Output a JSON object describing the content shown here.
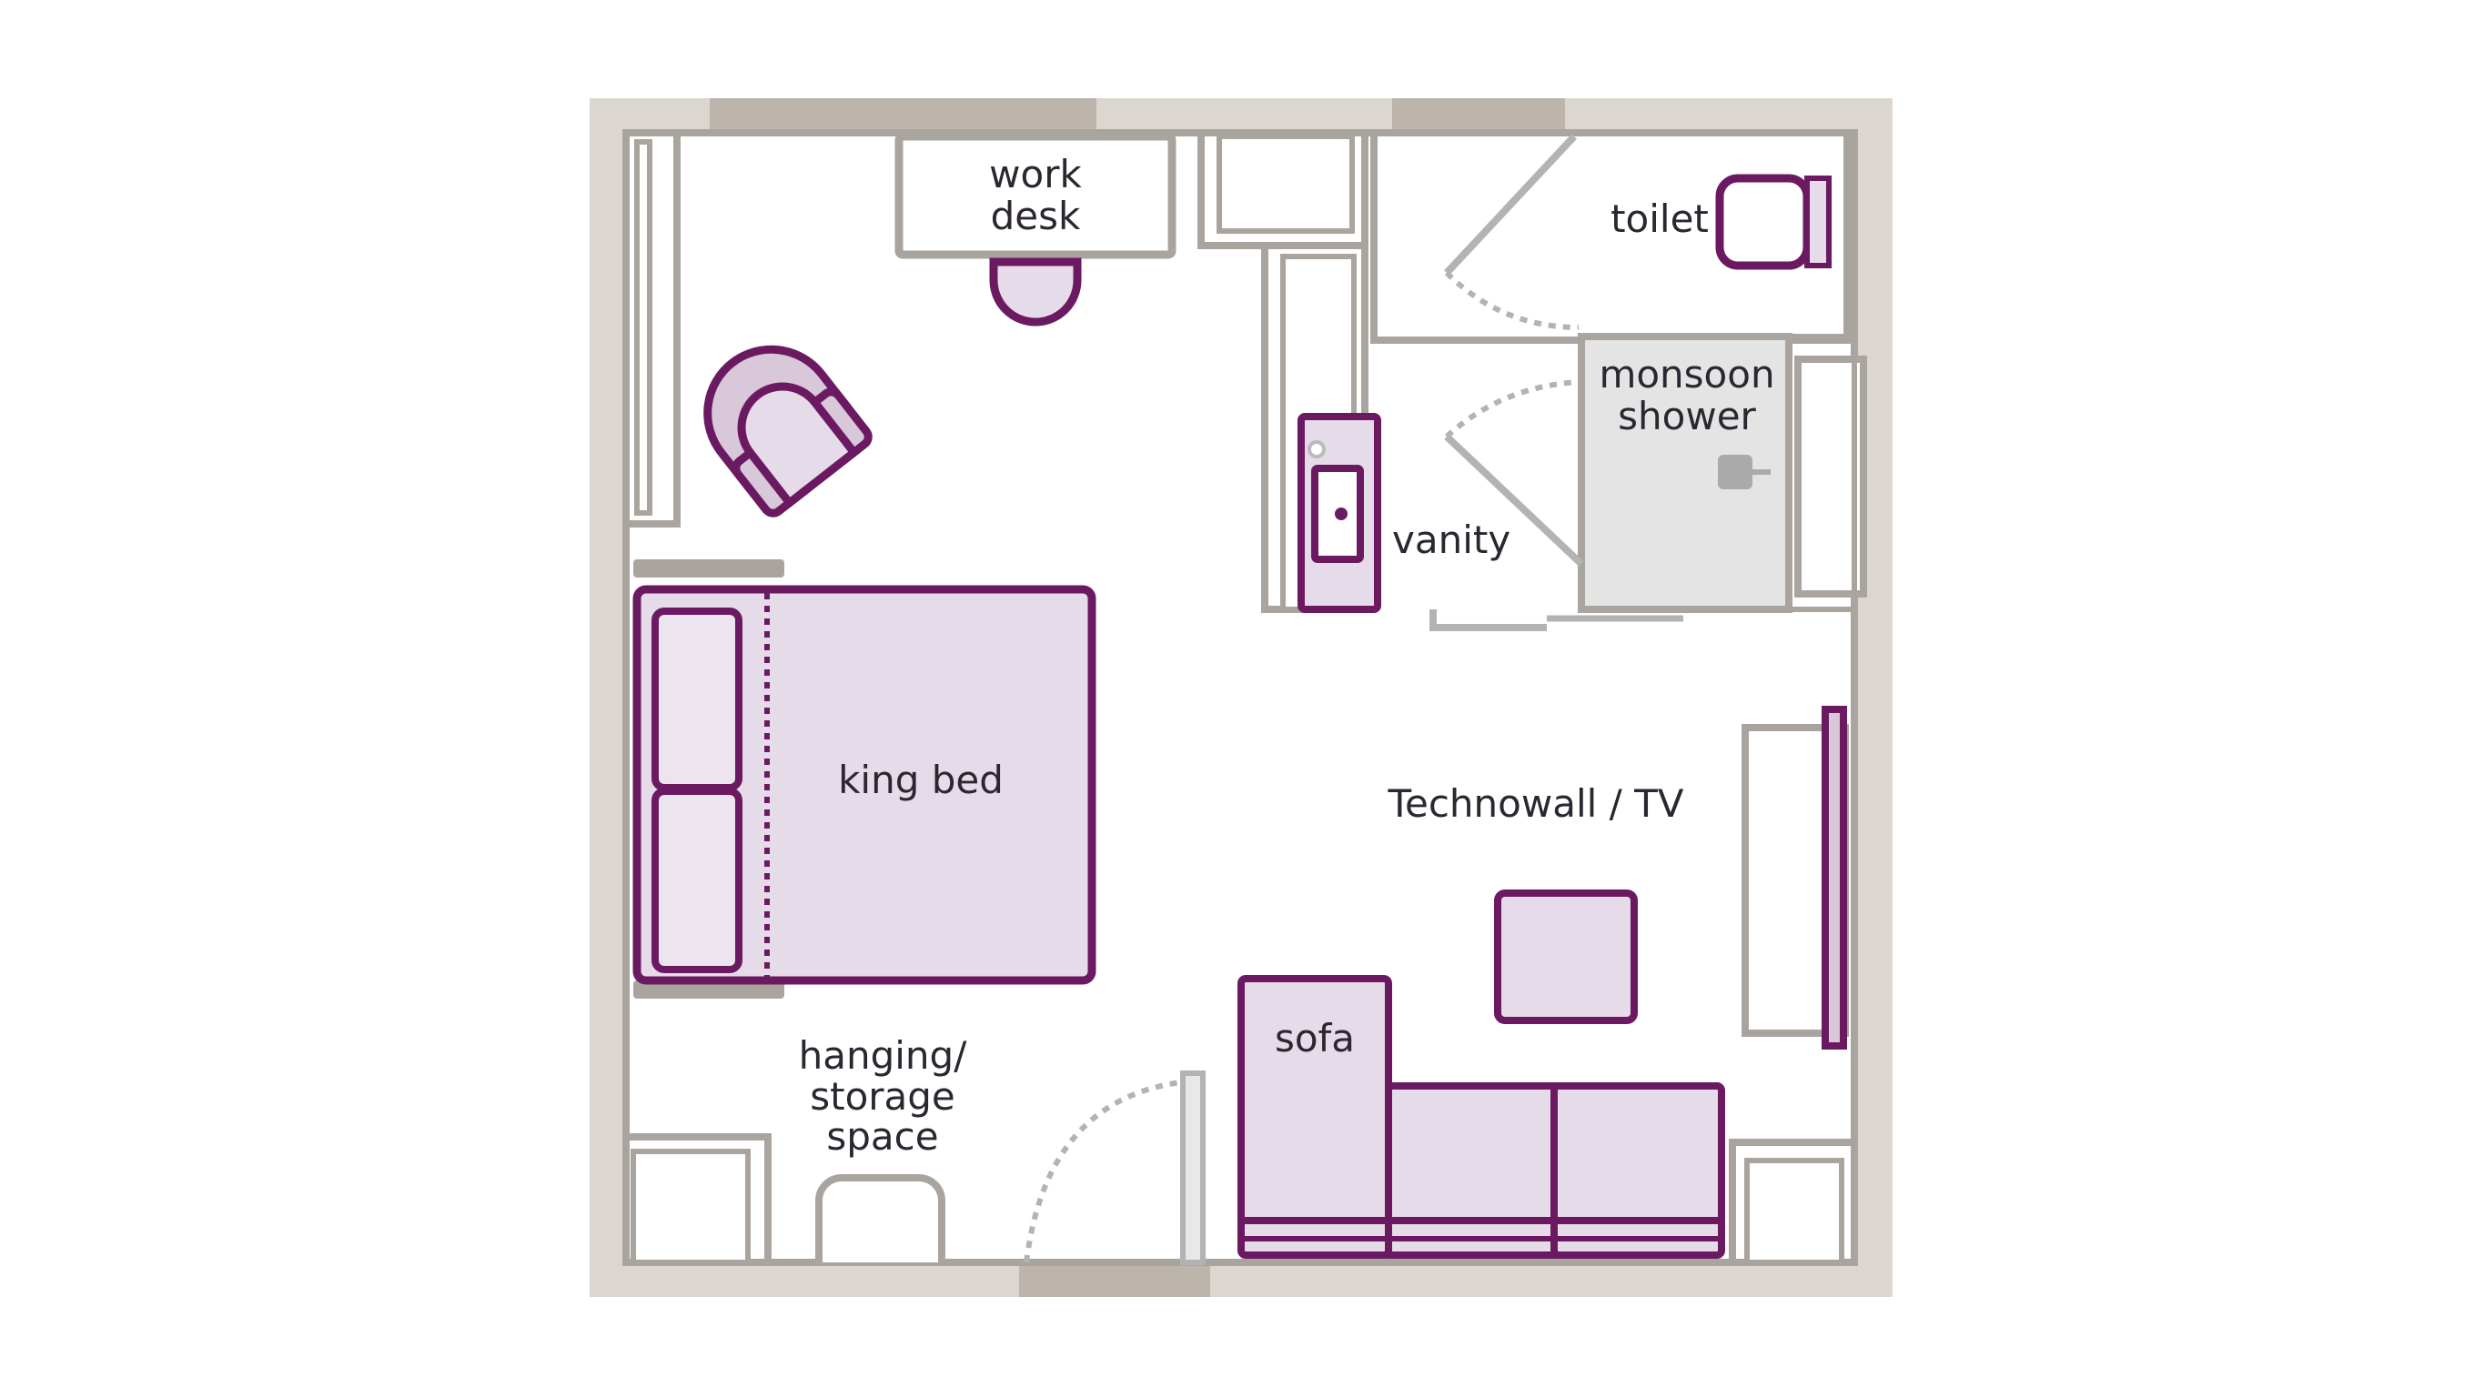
{
  "plan": {
    "colors": {
      "outer_wall": "#dcd6d0",
      "wall_line": "#aaa49e",
      "window": "#bdb5ac",
      "furniture_stroke": "#6b1a62",
      "furniture_fill": "#e6dbe8",
      "shower_fill": "#e4e4e4",
      "door_gray": "#b3b3b3"
    },
    "labels": {
      "work_desk_1": "work",
      "work_desk_2": "desk",
      "toilet": "toilet",
      "shower_1": "monsoon",
      "shower_2": "shower",
      "vanity": "vanity",
      "king_bed": "king bed",
      "technowall": "Technowall / TV",
      "sofa": "sofa",
      "hanging_1": "hanging/",
      "hanging_2": "storage",
      "hanging_3": "space"
    }
  }
}
